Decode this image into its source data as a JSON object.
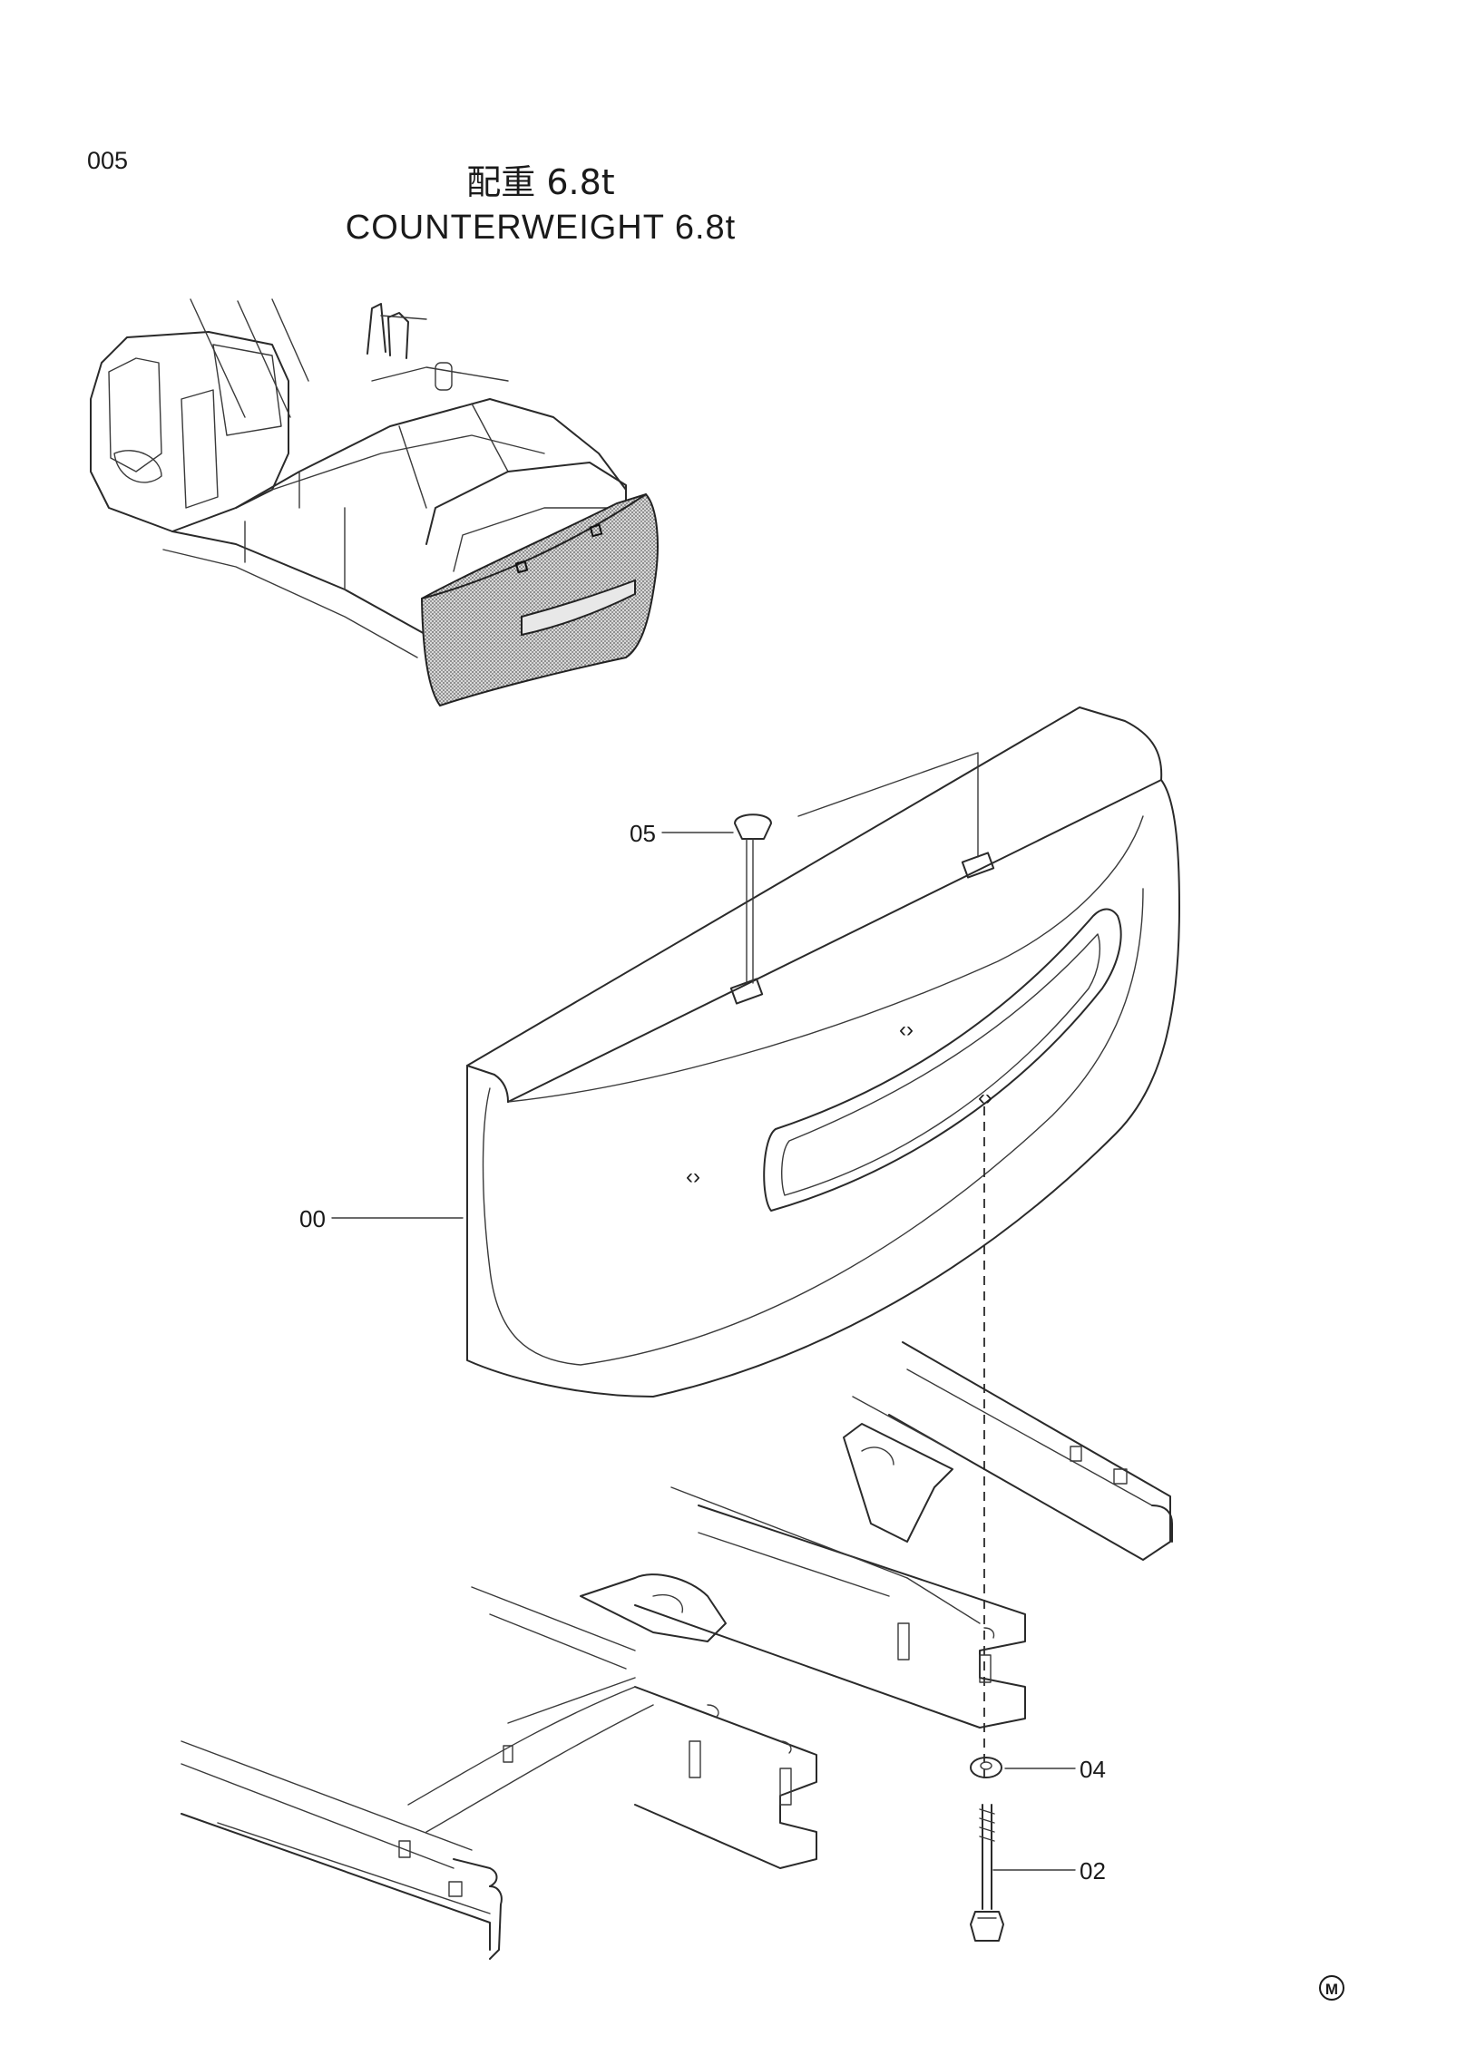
{
  "page_number": "005",
  "title_jp": "配重 6.8t",
  "title_en": "COUNTERWEIGHT  6.8t",
  "callouts": {
    "c00": "00",
    "c02": "02",
    "c04": "04",
    "c05": "05"
  },
  "footer_mark": "M"
}
